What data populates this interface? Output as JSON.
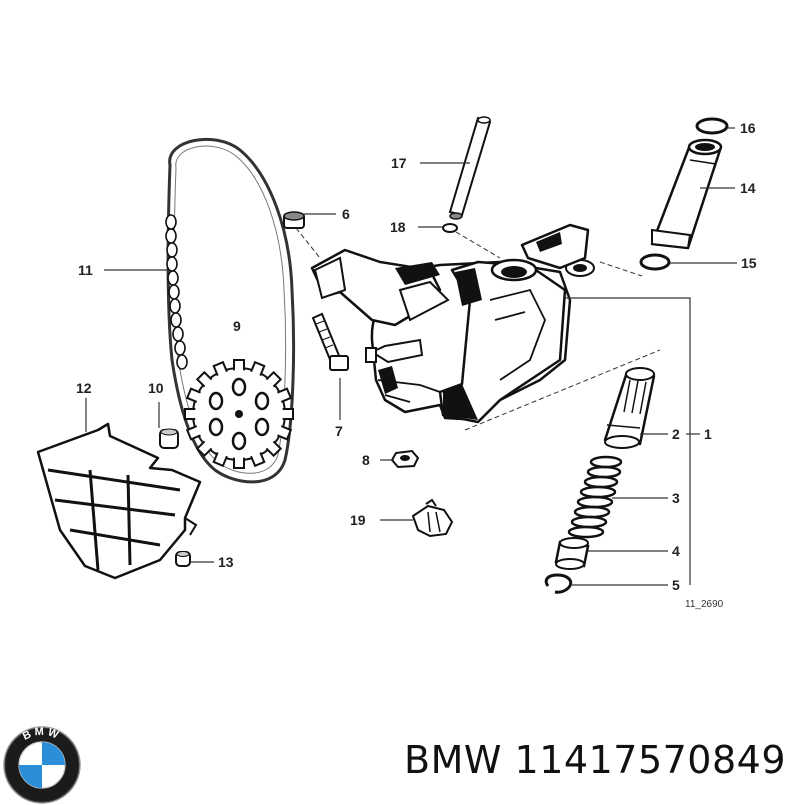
{
  "diagram": {
    "callouts": {
      "c1": "1",
      "c2": "2",
      "c3": "3",
      "c4": "4",
      "c5": "5",
      "c6": "6",
      "c7": "7",
      "c8": "8",
      "c9": "9",
      "c10": "10",
      "c11": "11",
      "c12": "12",
      "c13": "13",
      "c14": "14",
      "c15": "15",
      "c16": "16",
      "c17": "17",
      "c18": "18",
      "c19": "19"
    },
    "reference_code": "11_2690"
  },
  "brand": {
    "logo_text": "BMW",
    "caption": "BMW 11417570849",
    "logo_colors": {
      "blue": "#2a8fd6",
      "white": "#ffffff",
      "ring": "#1b1b1b"
    },
    "logo_icon": "bmw-roundel-icon"
  }
}
